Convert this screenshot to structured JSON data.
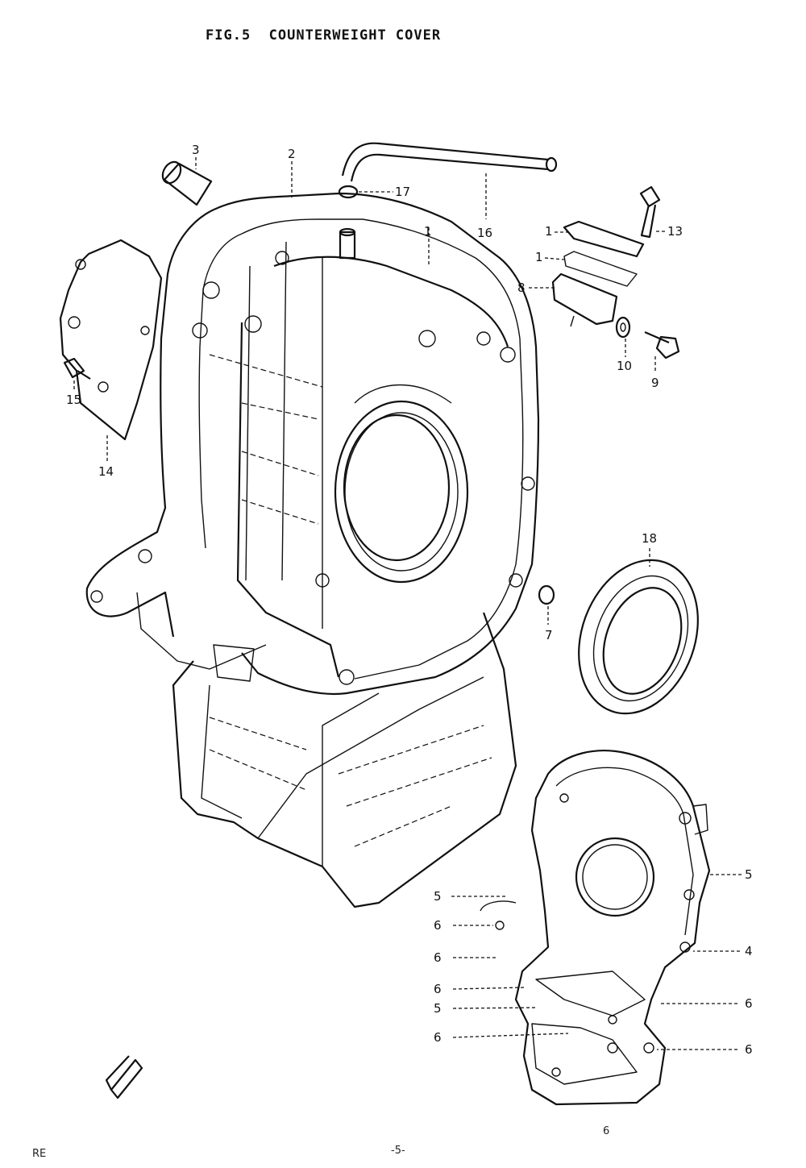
{
  "title": "FIG.5  COUNTERWEIGHT COVER",
  "footer": {
    "left": "RE",
    "center": "-5-",
    "right": "6"
  },
  "labels": [
    {
      "id": "l1",
      "text": "1"
    },
    {
      "id": "l2",
      "text": "2"
    },
    {
      "id": "l3",
      "text": "3"
    },
    {
      "id": "l17",
      "text": "17"
    },
    {
      "id": "l16",
      "text": "16"
    },
    {
      "id": "l13",
      "text": "13"
    },
    {
      "id": "l11",
      "text": "1"
    },
    {
      "id": "l12",
      "text": "1"
    },
    {
      "id": "l8",
      "text": "8"
    },
    {
      "id": "l10",
      "text": "10"
    },
    {
      "id": "l9",
      "text": "9"
    },
    {
      "id": "l15",
      "text": "15"
    },
    {
      "id": "l14",
      "text": "14"
    },
    {
      "id": "l18",
      "text": "18"
    },
    {
      "id": "l7",
      "text": "7"
    },
    {
      "id": "l5a",
      "text": "5"
    },
    {
      "id": "l5b",
      "text": "5"
    },
    {
      "id": "l6a",
      "text": "6"
    },
    {
      "id": "l6b",
      "text": "6"
    },
    {
      "id": "l6c",
      "text": "6"
    },
    {
      "id": "l5c",
      "text": "5"
    },
    {
      "id": "l6d",
      "text": "6"
    },
    {
      "id": "l4",
      "text": "4"
    },
    {
      "id": "l6e",
      "text": "6"
    },
    {
      "id": "l6f",
      "text": "6"
    }
  ]
}
